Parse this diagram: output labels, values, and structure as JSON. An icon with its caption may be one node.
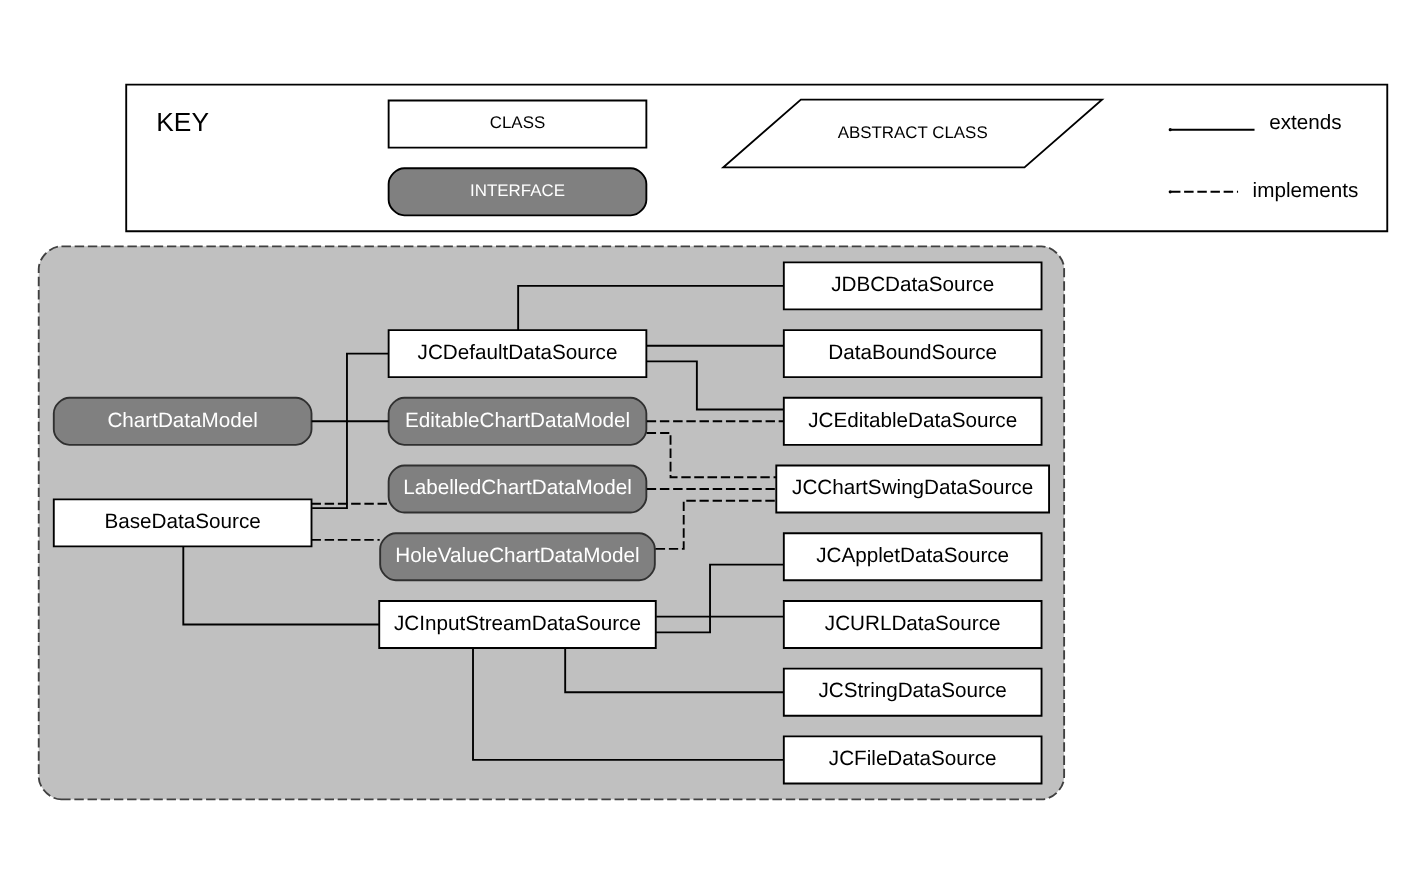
{
  "diagram": {
    "nodes": [
      {
        "text": [],
        "shape": "box"
      },
      {
        "text": [
          "BaseDataSource"
        ],
        "in": 0
      },
      {
        "text": [
          "JCInputStreamDataSource"
        ],
        "in": 0
      },
      {
        "text": [
          "JCDefaultDataSource"
        ],
        "in": 0
      },
      {
        "text": [
          "JCAppletDataSource"
        ],
        "in": 0
      },
      {
        "text": [
          "JCFileDataSource"
        ],
        "in": 0
      },
      {
        "text": [
          "JCStringDataSource"
        ],
        "in": 0
      },
      {
        "text": [
          "JCURLDataSource"
        ],
        "in": 0
      },
      {
        "text": [
          "DataBoundSource"
        ],
        "in": 0
      },
      {
        "text": [
          "JDBCDataSource"
        ],
        "in": 0
      },
      {
        "text": [
          "JCEditableDataSource"
        ],
        "in": 0
      },
      {
        "text": [
          "ChartDataModel"
        ],
        "in": 0
      },
      {
        "text": [
          "LabelledChartDataModel"
        ],
        "in": 0
      },
      {
        "text": [
          "HoleValueChartDataModel"
        ],
        "in": 0
      },
      {
        "text": [
          "EditableChartDataModel"
        ],
        "in": 0
      },
      {
        "text": [
          "JCChartSwingDataSource"
        ],
        "in": 0
      },
      {
        "text": [
          "KEY"
        ]
      }
    ],
    "edges": [
      {
        "from": 1,
        "to": 2,
        "arrow": "none"
      },
      {
        "from": 1,
        "to": 3,
        "arrow": "none"
      },
      {
        "from": 2,
        "to": 4,
        "arrow": "none"
      },
      {
        "from": 2,
        "to": 5,
        "arrow": "none"
      },
      {
        "from": 2,
        "to": 6,
        "arrow": "none"
      },
      {
        "from": 2,
        "to": 7,
        "arrow": "none"
      },
      {
        "from": 3,
        "to": 8,
        "arrow": "none"
      },
      {
        "from": 3,
        "to": 9,
        "arrow": "none"
      },
      {
        "from": 3,
        "to": 10,
        "arrow": "none"
      },
      {
        "from": 11,
        "to": 14,
        "arrow": "none"
      },
      {
        "from": 1,
        "to": 12,
        "arrow": "none",
        "style": "dashed"
      },
      {
        "from": 1,
        "to": 13,
        "arrow": "none",
        "style": "dashed"
      },
      {
        "from": 14,
        "to": 15,
        "arrow": "none",
        "style": "dashed"
      },
      {
        "from": 13,
        "to": 15,
        "arrow": "none",
        "style": "dashed"
      },
      {
        "from": 12,
        "to": 15,
        "arrow": "none",
        "style": "dashed"
      },
      {
        "from": 14,
        "to": 10,
        "arrow": "none",
        "style": "dashed"
      }
    ],
    "legend": [
      {
        "text": "CLASS"
      },
      {
        "text": "ABSTRACT CLASS"
      },
      {
        "text": "INTERFACE"
      },
      {
        "text": "extends"
      },
      {
        "text": "implements"
      }
    ]
  }
}
